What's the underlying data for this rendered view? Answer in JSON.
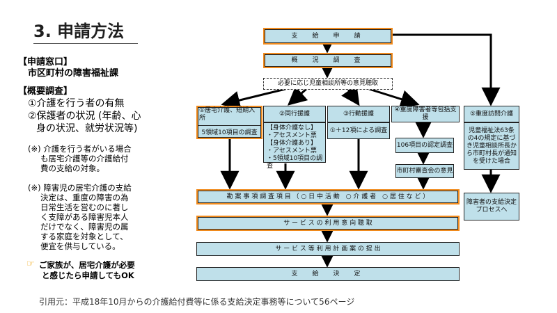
{
  "title": "3. 申請方法",
  "left": {
    "window_heading": "【申請窓口】",
    "window_value": "市区町村の障害福祉課",
    "survey_heading": "【概要調査】",
    "survey_items": [
      "①介護を行う者の有無",
      "②保護者の状況 (年齢、心",
      "身の状況、就労状況等)"
    ],
    "note1": [
      "(※) 介護を行う者がいる場合",
      "も居宅介護等の介護給付",
      "費の支給の対象。"
    ],
    "note2": [
      "(※) 障害児の居宅介護の支給",
      "決定は、重度の障害の為",
      "日常生活を営むのに著し",
      "く支障がある障害児本人",
      "だけでなく、障害児の属",
      "する家庭を対象として、",
      "便宜を供与している。"
    ],
    "highlight": [
      "ご家族が、居宅介護が必要",
      "と感じたら申請してもOK"
    ],
    "hand_icon": "pointing-hand-icon"
  },
  "flow": {
    "apply": "支　給　申　請",
    "overview": "概　況　調　査",
    "opinion": "必要に応じ児童相談所等の意見聴取",
    "col1": {
      "title": "①居宅介護、短期入所",
      "sub": "5領域10項目の調査"
    },
    "col2": {
      "title": "②同行援護",
      "sub": [
        "【身体介護なし】",
        "・アセスメント票",
        "【身体介護あり】",
        "・アセスメント票",
        "・5領域10項目の調査"
      ]
    },
    "col3": {
      "title": "③行動援護",
      "sub": "①＋12項による調査"
    },
    "col4": {
      "title": "④重度障害者等包括支援",
      "sub1": "106項目の認定調査",
      "sub2": "市町村審査会の意見"
    },
    "col5": {
      "title": "⑤重度訪問介護",
      "sub1": [
        "児童福祉法63条",
        "の4の規定に基づ",
        "き児童相談所長か",
        "ら市町村長が通知",
        "を受けた場合"
      ],
      "sub2": [
        "障害者の支給決定",
        "プロセスへ"
      ]
    },
    "survey_items": "勘 案 事 項 調 査 項 目 （ ○ 日 中 活 動　○ 介 護 者　○ 居 住 な ど ）",
    "intent": "サ ー ビ ス の 利 用 意 向 聴 取",
    "plan": "サ ー ビ ス 等 利 用 計 画 案 の 提 出",
    "decision": "支　給　決　定"
  },
  "citation": "引用元：平成18年10月からの介護給付費等に係る支給決定事務等について56ページ",
  "colors": {
    "box_fill": "#bfe0ea",
    "highlight_border": "#f08a1c"
  }
}
